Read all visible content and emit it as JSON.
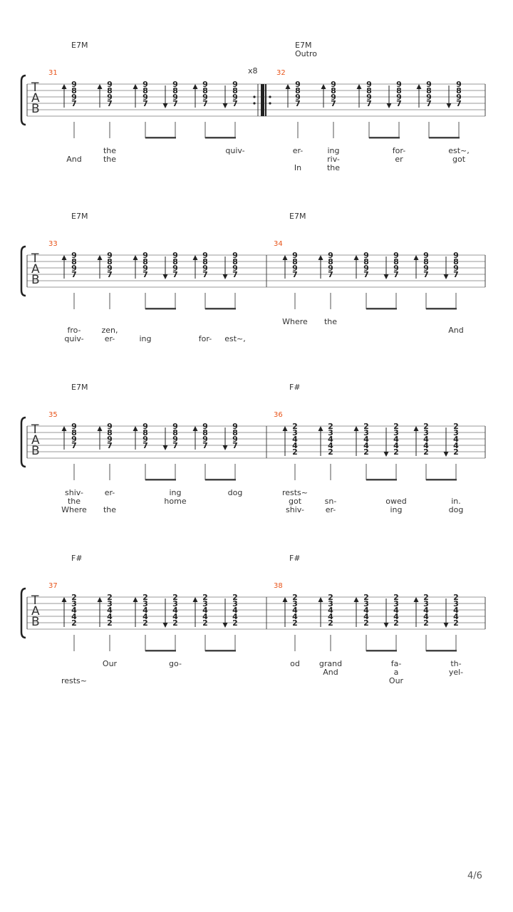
{
  "page": {
    "number": "4/6"
  },
  "repeat_marker": "x8",
  "colors": {
    "measure_number": "#e8541a",
    "text": "#333333",
    "staff": "#9a9a9a"
  },
  "systems": [
    {
      "measures": [
        {
          "number": "31",
          "chord": "E7M",
          "section": "",
          "frets": [
            "9",
            "8",
            "9",
            "7"
          ],
          "lyrics": [
            [
              "",
              "the",
              "",
              "quiv-"
            ],
            [
              "And",
              "the",
              "",
              ""
            ],
            [
              "",
              "",
              "",
              ""
            ]
          ]
        },
        {
          "number": "32",
          "chord": "E7M",
          "section": "Outro",
          "frets": [
            "9",
            "8",
            "9",
            "7"
          ],
          "lyrics": [
            [
              "er-",
              "ing",
              "for-",
              "est~,"
            ],
            [
              "",
              "riv-",
              "er",
              "got"
            ],
            [
              "In",
              "the",
              "",
              ""
            ]
          ]
        }
      ]
    },
    {
      "measures": [
        {
          "number": "33",
          "chord": "E7M",
          "section": "",
          "frets": [
            "9",
            "8",
            "9",
            "7"
          ],
          "lyrics": [
            [
              "",
              "",
              "",
              ""
            ],
            [
              "fro-",
              "zen,",
              "",
              ""
            ],
            [
              "quiv-",
              "er-",
              "ing",
              "for-",
              "est~,"
            ]
          ]
        },
        {
          "number": "34",
          "chord": "E7M",
          "section": "",
          "frets": [
            "9",
            "8",
            "9",
            "7"
          ],
          "lyrics": [
            [
              "Where",
              "the",
              "",
              ""
            ],
            [
              "",
              "",
              "",
              "And"
            ],
            [
              "",
              "",
              "",
              ""
            ]
          ]
        }
      ]
    },
    {
      "measures": [
        {
          "number": "35",
          "chord": "E7M",
          "section": "",
          "frets": [
            "9",
            "8",
            "9",
            "7"
          ],
          "lyrics": [
            [
              "shiv-",
              "er-",
              "ing",
              "dog"
            ],
            [
              "the",
              "",
              "home",
              ""
            ],
            [
              "Where",
              "the",
              "",
              ""
            ]
          ]
        },
        {
          "number": "36",
          "chord": "F#",
          "section": "",
          "frets": [
            "2",
            "3",
            "4",
            "4",
            "2"
          ],
          "lyrics": [
            [
              "rests~",
              "",
              "",
              ""
            ],
            [
              "got",
              "sn-",
              "owed",
              "in."
            ],
            [
              "shiv-",
              "er-",
              "ing",
              "dog"
            ]
          ]
        }
      ]
    },
    {
      "measures": [
        {
          "number": "37",
          "chord": "F#",
          "section": "",
          "frets": [
            "2",
            "3",
            "4",
            "4",
            "2"
          ],
          "lyrics": [
            [
              "",
              "Our",
              "go-",
              ""
            ],
            [
              "",
              "",
              "",
              ""
            ],
            [
              "rests~",
              "",
              "",
              ""
            ]
          ]
        },
        {
          "number": "38",
          "chord": "F#",
          "section": "",
          "frets": [
            "2",
            "3",
            "4",
            "4",
            "2"
          ],
          "lyrics": [
            [
              "od",
              "grand",
              "fa-",
              "th-"
            ],
            [
              "",
              "And",
              "a",
              "yel-"
            ],
            [
              "",
              "",
              "Our",
              ""
            ]
          ]
        }
      ]
    }
  ]
}
